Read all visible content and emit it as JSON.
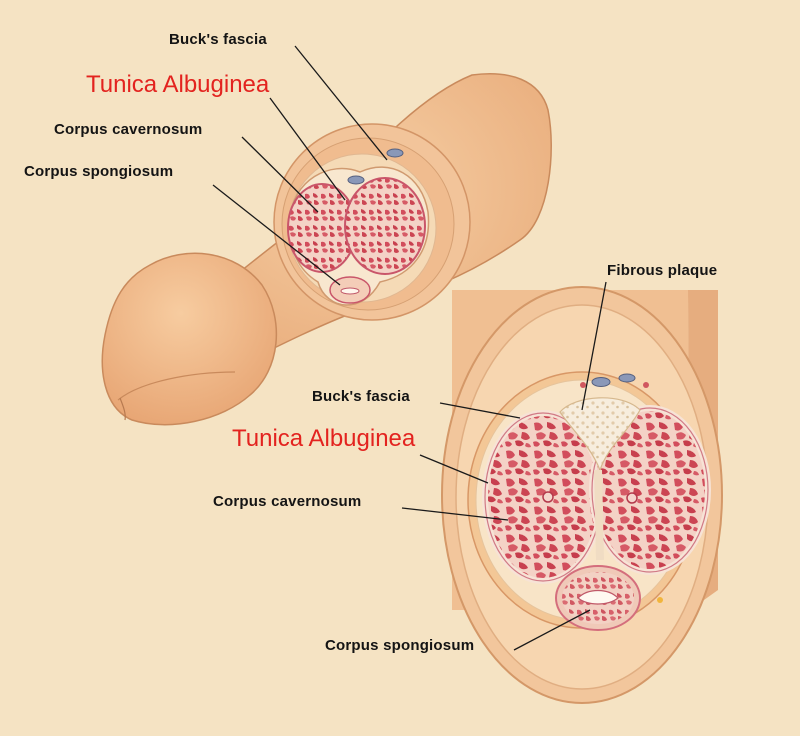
{
  "labels": {
    "top_bucks_fascia": "Buck's fascia",
    "top_tunica_albuginea": "Tunica Albuginea",
    "top_corpus_cavernosum": "Corpus cavernosum",
    "top_corpus_spongiosum": "Corpus spongiosum",
    "fibrous_plaque": "Fibrous plaque",
    "bottom_bucks_fascia": "Buck's fascia",
    "bottom_tunica_albuginea": "Tunica Albuginea",
    "bottom_corpus_cavernosum": "Corpus cavernosum",
    "bottom_corpus_spongiosum": "Corpus spongiosum"
  },
  "colors": {
    "background": "#f5e3c3",
    "skin": "#f0c194",
    "tissue": "#d8525f",
    "highlight_label": "#e3231f",
    "label": "#141414"
  }
}
